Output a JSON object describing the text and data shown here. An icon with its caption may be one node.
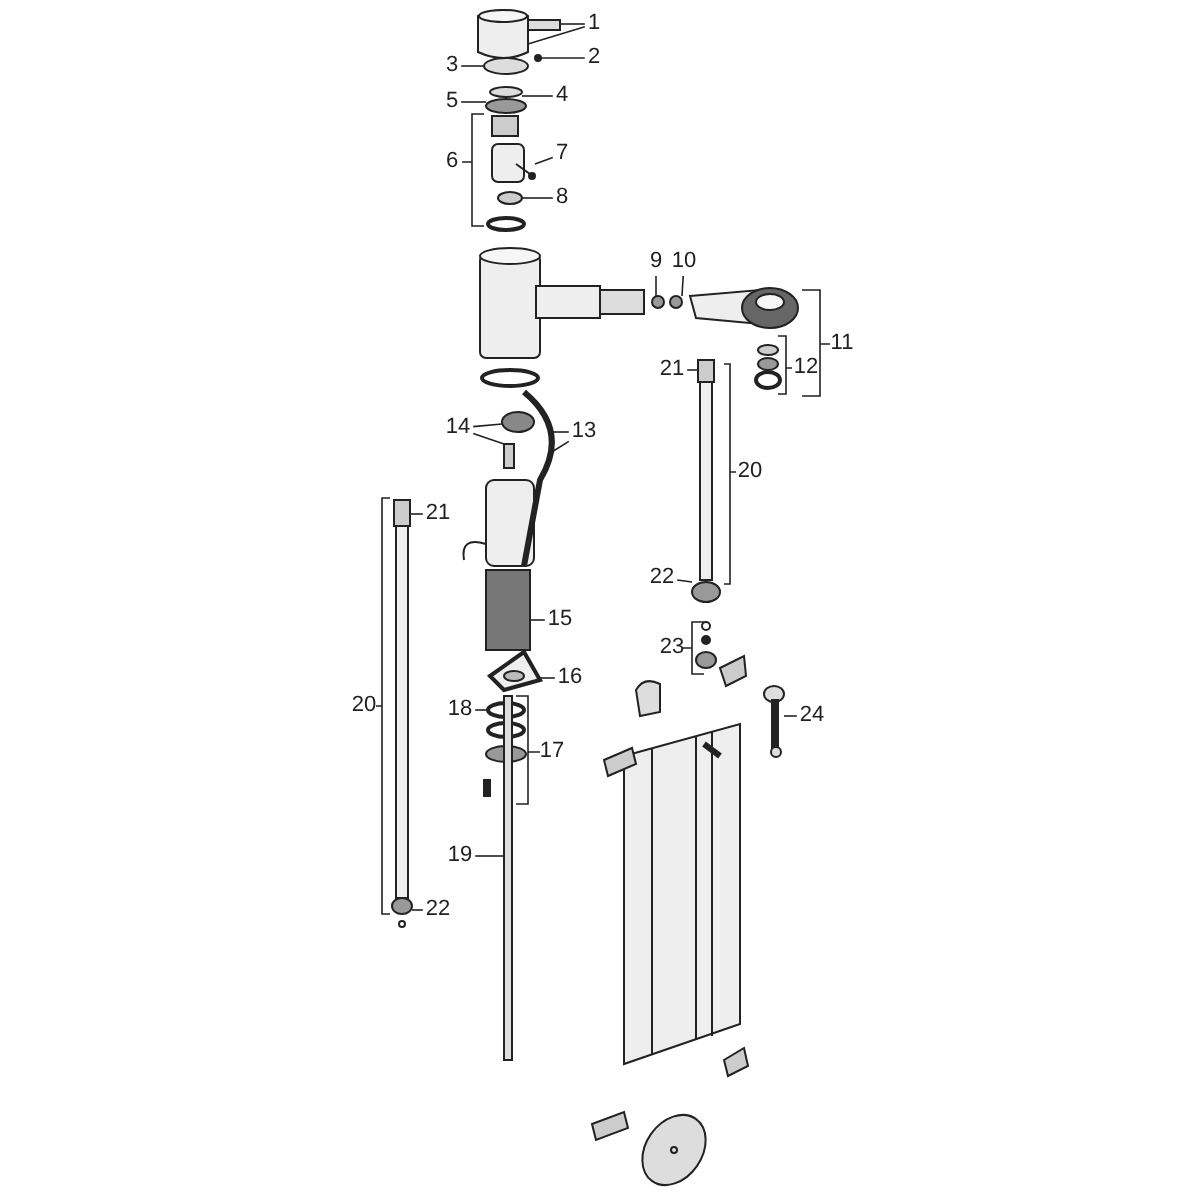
{
  "diagram": {
    "nodes": [
      {
        "text": [
          "1"
        ]
      },
      {
        "text": [
          "2"
        ]
      },
      {
        "text": [
          "3"
        ]
      },
      {
        "text": [
          "4"
        ]
      },
      {
        "text": [
          "5"
        ]
      },
      {
        "text": [
          "7"
        ]
      },
      {
        "text": [
          "8"
        ]
      },
      {
        "text": [
          "9"
        ]
      },
      {
        "text": [
          "10"
        ]
      },
      {
        "text": [
          "21"
        ]
      },
      {
        "text": [
          "14"
        ]
      },
      {
        "text": [
          "13"
        ]
      },
      {
        "text": [
          "21"
        ]
      },
      {
        "text": [
          "22"
        ]
      },
      {
        "text": [
          "15"
        ]
      },
      {
        "text": [
          "16"
        ]
      },
      {
        "text": [
          "18"
        ]
      },
      {
        "text": [
          "24"
        ]
      },
      {
        "text": [
          "19"
        ]
      },
      {
        "text": [
          "22"
        ]
      },
      {
        "text": [],
        "shape": "bar"
      },
      {
        "text": [],
        "shape": "picture"
      },
      {
        "text": [],
        "shape": "circle"
      },
      {
        "text": [],
        "shape": "circle"
      },
      {
        "text": [],
        "shape": "circle"
      },
      {
        "text": [],
        "shape": "circle"
      },
      {
        "text": [],
        "shape": "picture"
      },
      {
        "text": [],
        "shape": "circle"
      },
      {
        "text": [],
        "shape": "circle"
      },
      {
        "text": [],
        "shape": "circle"
      },
      {
        "text": [],
        "shape": "box"
      },
      {
        "text": [],
        "shape": "circle"
      },
      {
        "text": [],
        "shape": "box"
      },
      {
        "text": [],
        "shape": "picture"
      },
      {
        "text": [],
        "shape": "box"
      },
      {
        "text": [],
        "shape": "circle"
      },
      {
        "text": [],
        "shape": "box"
      },
      {
        "text": [],
        "shape": "picture"
      },
      {
        "text": [],
        "shape": "circle"
      },
      {
        "text": [],
        "shape": "picture"
      },
      {
        "text": [],
        "shape": "bar"
      },
      {
        "text": [],
        "shape": "circle"
      }
    ],
    "edges": [
      {
        "from": 0,
        "to": 20,
        "arrow": "none"
      },
      {
        "from": 0,
        "to": 21,
        "arrow": "none"
      },
      {
        "from": 1,
        "to": 22,
        "arrow": "none"
      },
      {
        "from": 2,
        "to": 23,
        "arrow": "none"
      },
      {
        "from": 3,
        "to": 24,
        "arrow": "none"
      },
      {
        "from": 4,
        "to": 25,
        "arrow": "none"
      },
      {
        "from": 5,
        "to": 26,
        "arrow": "none"
      },
      {
        "from": 6,
        "to": 27,
        "arrow": "none"
      },
      {
        "from": 7,
        "to": 28,
        "arrow": "none"
      },
      {
        "from": 8,
        "to": 29,
        "arrow": "none"
      },
      {
        "from": 9,
        "to": 30,
        "arrow": "none"
      },
      {
        "from": 10,
        "to": 31,
        "arrow": "none"
      },
      {
        "from": 10,
        "to": 32,
        "arrow": "none"
      },
      {
        "from": 11,
        "to": 33,
        "arrow": "none"
      },
      {
        "from": 11,
        "to": 33,
        "arrow": "none"
      },
      {
        "from": 12,
        "to": 34,
        "arrow": "none"
      },
      {
        "from": 13,
        "to": 35,
        "arrow": "none"
      },
      {
        "from": 14,
        "to": 36,
        "arrow": "none"
      },
      {
        "from": 15,
        "to": 37,
        "arrow": "none"
      },
      {
        "from": 16,
        "to": 38,
        "arrow": "none"
      },
      {
        "from": 17,
        "to": 39,
        "arrow": "none"
      },
      {
        "from": 18,
        "to": 40,
        "arrow": "none"
      },
      {
        "from": 19,
        "to": 41,
        "arrow": "none"
      }
    ],
    "labels": [
      "6",
      "11",
      "12",
      "20",
      "23",
      "17",
      "20"
    ]
  }
}
